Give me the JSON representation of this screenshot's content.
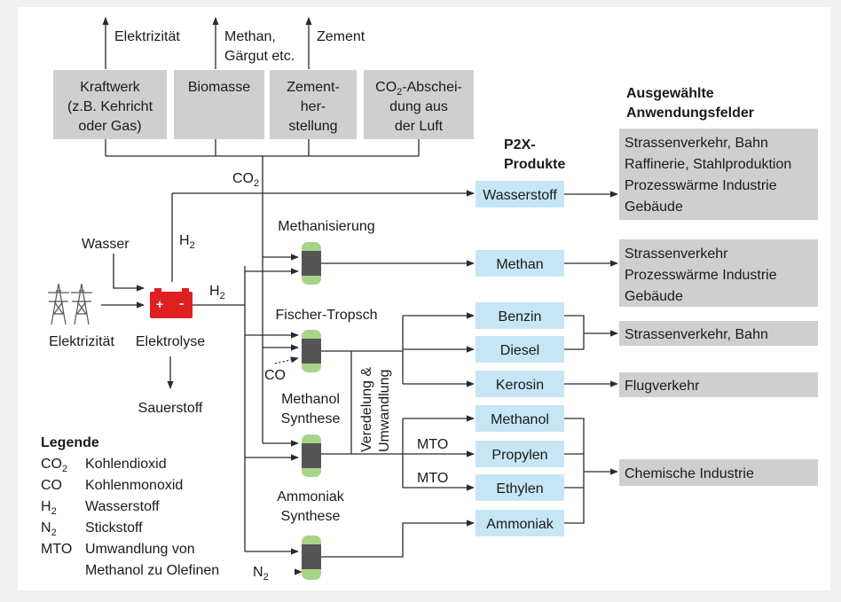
{
  "colors": {
    "background": "#f0f0f0",
    "inner_panel": "#ffffff",
    "source_box": "#cfcfcf",
    "product_box": "#c6e6f5",
    "reactor_cap": "#a8d48a",
    "reactor_body": "#555555",
    "electrolyser": "#e02020"
  },
  "outputs": {
    "elektrizitaet": "Elektrizität",
    "methan_line1": "Methan,",
    "methan_line2": "Gärgut etc.",
    "zement": "Zement"
  },
  "sources": {
    "kraftwerk": [
      "Kraftwerk",
      "(z.B. Kehricht",
      "oder Gas)"
    ],
    "biomasse": "Biomasse",
    "zement": [
      "Zement-",
      "her-",
      "stellung"
    ],
    "co2_prefix": "CO",
    "co2_sub": "2",
    "co2_rest": [
      "-Abschei-",
      "dung aus",
      "der Luft"
    ]
  },
  "gases": {
    "co2_label": "CO",
    "co2_sub": "2",
    "h2_label": "H",
    "h2_sub": "2",
    "co_label": "CO",
    "n2_label": "N",
    "n2_sub": "2"
  },
  "inputs": {
    "wasser": "Wasser",
    "elektrizitaet": "Elektrizität",
    "elektrolyse": "Elektrolyse",
    "sauerstoff": "Sauerstoff"
  },
  "processes": {
    "methanisierung": "Methanisierung",
    "fischer_tropsch": "Fischer-Tropsch",
    "methanol_synthese": [
      "Methanol",
      "Synthese"
    ],
    "ammoniak_synthese": [
      "Ammoniak",
      "Synthese"
    ],
    "veredelung": [
      "Veredelung &",
      "Umwandlung"
    ],
    "mto": "MTO"
  },
  "p2x_header": [
    "P2X-",
    "Produkte"
  ],
  "products": {
    "wasserstoff": "Wasserstoff",
    "methan": "Methan",
    "benzin": "Benzin",
    "diesel": "Diesel",
    "kerosin": "Kerosin",
    "methanol": "Methanol",
    "propylen": "Propylen",
    "ethylen": "Ethylen",
    "ammoniak": "Ammoniak"
  },
  "applications_header": [
    "Ausgewählte",
    "Anwendungsfelder"
  ],
  "applications": {
    "wasserstoff": [
      "Strassenverkehr, Bahn",
      "Raffinerie, Stahlproduktion",
      "Prozesswärme Industrie",
      "Gebäude"
    ],
    "methan": [
      "Strassenverkehr",
      "Prozesswärme Industrie",
      "Gebäude"
    ],
    "treibstoff": "Strassenverkehr, Bahn",
    "kerosin": "Flugverkehr",
    "chemie": "Chemische Industrie"
  },
  "legend": {
    "title": "Legende",
    "rows": [
      {
        "abbr": "CO",
        "sub": "2",
        "desc": "Kohlendioxid"
      },
      {
        "abbr": "CO",
        "sub": "",
        "desc": "Kohlenmonoxid"
      },
      {
        "abbr": "H",
        "sub": "2",
        "desc": "Wasserstoff"
      },
      {
        "abbr": "N",
        "sub": "2",
        "desc": "Stickstoff"
      },
      {
        "abbr": "MTO",
        "sub": "",
        "desc": "Umwandlung von"
      }
    ],
    "continuation": "Methanol zu Olefinen"
  }
}
